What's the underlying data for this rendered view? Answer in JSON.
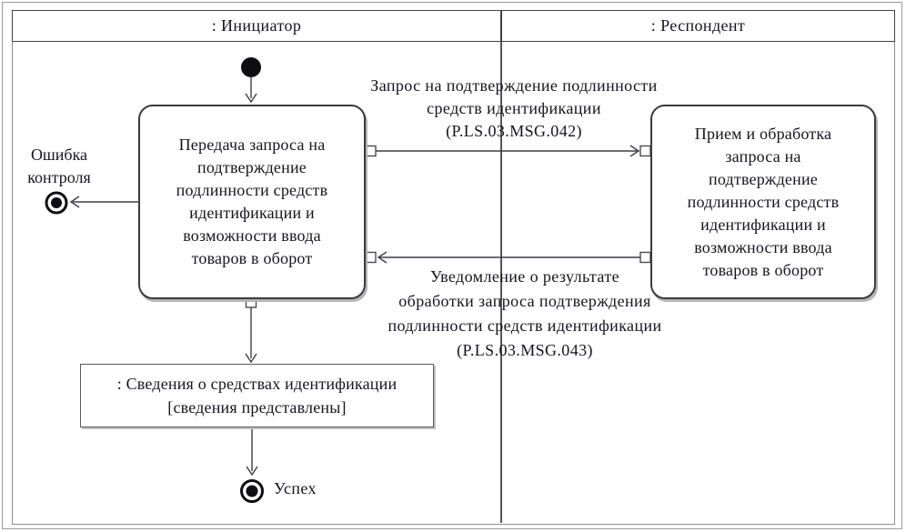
{
  "figure": {
    "lanes": {
      "initiator": ": Инициатор",
      "respondent": ": Респондент"
    },
    "activities": {
      "initiator_action": "Передача запроса на\nподтверждение\nподлинности средств\nидентификации и\nвозможности ввода\nтоваров в оборот",
      "respondent_action": "Прием и обработка\nзапроса на\nподтверждение\nподлинности средств\nидентификации и\nвозможности ввода\nтоваров в оборот"
    },
    "messages": {
      "request": "Запрос на подтверждение подлинности\nсредств идентификации\n(P.LS.03.MSG.042)",
      "response": "Уведомление о результате\nобработки запроса подтверждения\nподлинности средств идентификации\n(P.LS.03.MSG.043)"
    },
    "object_node": ": Сведения о средствах идентификации\n[сведения представлены]",
    "outcomes": {
      "error": "Ошибка\nконтроля",
      "success": "Успех"
    },
    "colors": {
      "text": "#15151f",
      "line": "#3d3d44",
      "frame": "#8f8f8f",
      "node_fill": "#0d0d12",
      "shadow": "#b5b5b5"
    }
  }
}
